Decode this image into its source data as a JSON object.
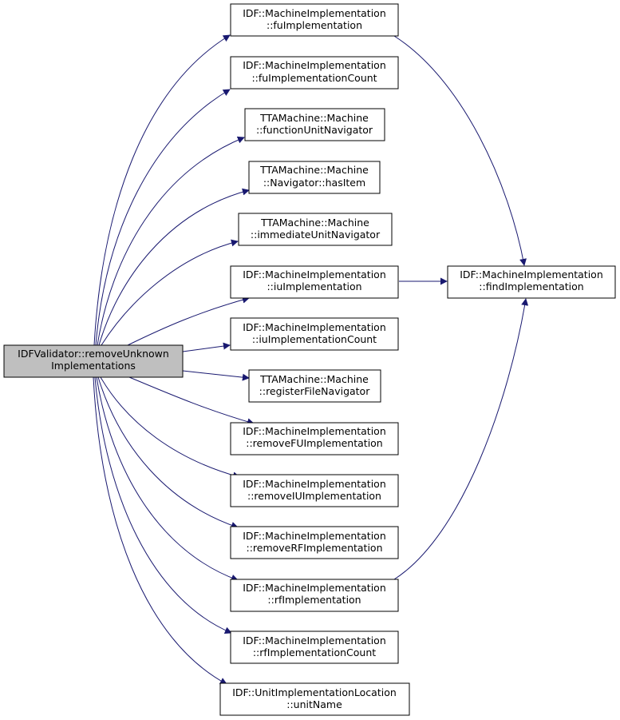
{
  "colors": {
    "edge": "#191970",
    "root_fill": "#bfbfbf",
    "node_fill": "#ffffff",
    "border": "#000000"
  },
  "nodes": {
    "root": {
      "line1": "IDFValidator::removeUnknown",
      "line2": "Implementations"
    },
    "fu_impl": {
      "line1": "IDF::MachineImplementation",
      "line2": "::fuImplementation"
    },
    "fu_impl_count": {
      "line1": "IDF::MachineImplementation",
      "line2": "::fuImplementationCount"
    },
    "fu_navigator": {
      "line1": "TTAMachine::Machine",
      "line2": "::functionUnitNavigator"
    },
    "has_item": {
      "line1": "TTAMachine::Machine",
      "line2": "::Navigator::hasItem"
    },
    "immediate_nav": {
      "line1": "TTAMachine::Machine",
      "line2": "::immediateUnitNavigator"
    },
    "iu_impl": {
      "line1": "IDF::MachineImplementation",
      "line2": "::iuImplementation"
    },
    "iu_impl_count": {
      "line1": "IDF::MachineImplementation",
      "line2": "::iuImplementationCount"
    },
    "rf_navigator": {
      "line1": "TTAMachine::Machine",
      "line2": "::registerFileNavigator"
    },
    "remove_fu": {
      "line1": "IDF::MachineImplementation",
      "line2": "::removeFUImplementation"
    },
    "remove_iu": {
      "line1": "IDF::MachineImplementation",
      "line2": "::removeIUImplementation"
    },
    "remove_rf": {
      "line1": "IDF::MachineImplementation",
      "line2": "::removeRFImplementation"
    },
    "rf_impl": {
      "line1": "IDF::MachineImplementation",
      "line2": "::rfImplementation"
    },
    "rf_impl_count": {
      "line1": "IDF::MachineImplementation",
      "line2": "::rfImplementationCount"
    },
    "unit_name": {
      "line1": "IDF::UnitImplementationLocation",
      "line2": "::unitName"
    },
    "find_impl": {
      "line1": "IDF::MachineImplementation",
      "line2": "::findImplementation"
    }
  }
}
